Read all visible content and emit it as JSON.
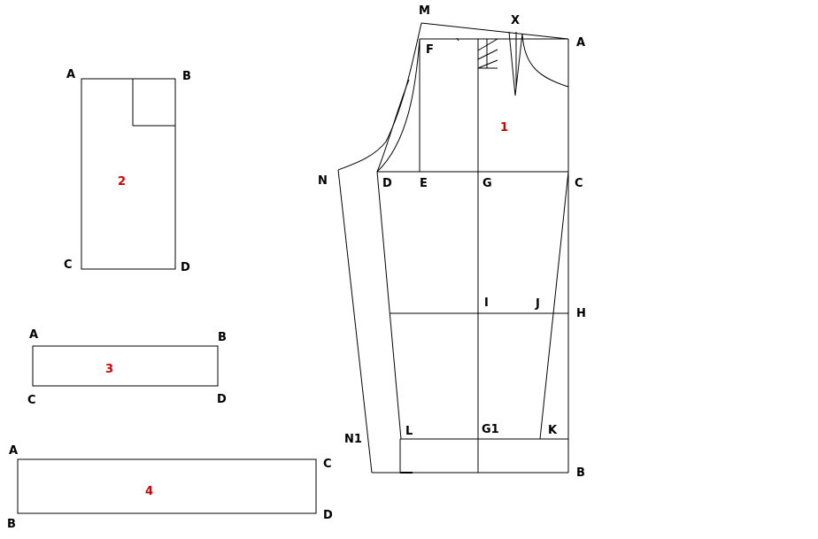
{
  "colors": {
    "line": "#000000",
    "number": "#d00000",
    "background": "#ffffff"
  },
  "piece1": {
    "number": "1",
    "labels": {
      "M": "M",
      "X": "X",
      "A": "A",
      "F": "F",
      "N": "N",
      "D": "D",
      "E": "E",
      "G": "G",
      "C": "C",
      "I": "I",
      "J": "J",
      "H": "H",
      "N1": "N1",
      "L": "L",
      "G1": "G1",
      "K": "K",
      "B": "B"
    }
  },
  "piece2": {
    "number": "2",
    "labels": {
      "A": "A",
      "B": "B",
      "C": "C",
      "D": "D"
    }
  },
  "piece3": {
    "number": "3",
    "labels": {
      "A": "A",
      "B": "B",
      "C": "C",
      "D": "D"
    }
  },
  "piece4": {
    "number": "4",
    "labels": {
      "A": "A",
      "C": "C",
      "B": "B",
      "D": "D"
    }
  }
}
